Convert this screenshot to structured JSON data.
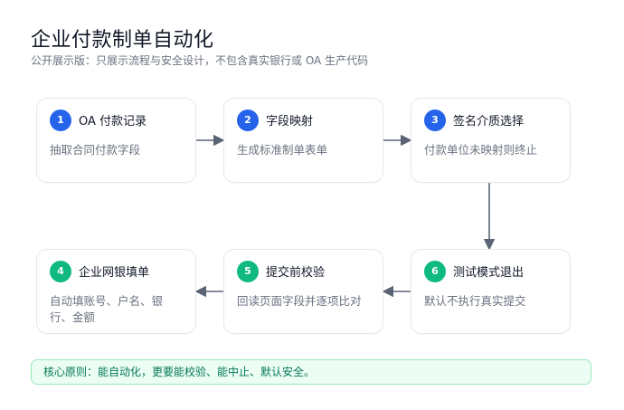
{
  "header": {
    "title": "企业付款制单自动化",
    "subtitle": "公开展示版：只展示流程与安全设计，不包含真实银行或 OA 生产代码"
  },
  "steps": [
    {
      "number": "1",
      "title": "OA 付款记录",
      "description": "抽取合同付款字段",
      "badge_color": "#2563eb"
    },
    {
      "number": "2",
      "title": "字段映射",
      "description": "生成标准制单表单",
      "badge_color": "#2563eb"
    },
    {
      "number": "3",
      "title": "签名介质选择",
      "description": "付款单位未映射则终止",
      "badge_color": "#2563eb"
    },
    {
      "number": "4",
      "title": "企业网银填单",
      "description": "自动填账号、户名、银行、金额",
      "badge_color": "#10b981"
    },
    {
      "number": "5",
      "title": "提交前校验",
      "description": "回读页面字段并逐项比对",
      "badge_color": "#10b981"
    },
    {
      "number": "6",
      "title": "测试模式退出",
      "description": "默认不执行真实提交",
      "badge_color": "#10b981"
    }
  ],
  "principle": {
    "text": "核心原则：能自动化，更要能校验、能中止、默认安全。"
  },
  "colors": {
    "arrow": "#5b6475",
    "card_border": "#e5e7eb",
    "principle_bg": "#ecfdf3",
    "principle_border": "#9be7b9",
    "principle_text": "#047857"
  }
}
